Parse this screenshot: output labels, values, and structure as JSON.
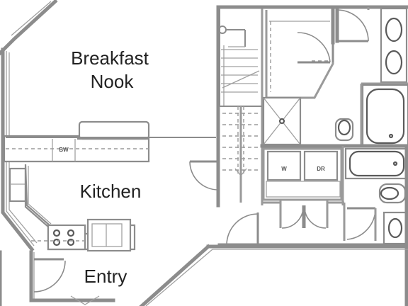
{
  "plan": {
    "rooms": {
      "breakfast_nook_line1": "Breakfast",
      "breakfast_nook_line2": "Nook",
      "kitchen": "Kitchen",
      "entry": "Entry"
    },
    "fixtures": {
      "dishwasher": "BW",
      "washer": "W",
      "dryer": "DR"
    }
  }
}
